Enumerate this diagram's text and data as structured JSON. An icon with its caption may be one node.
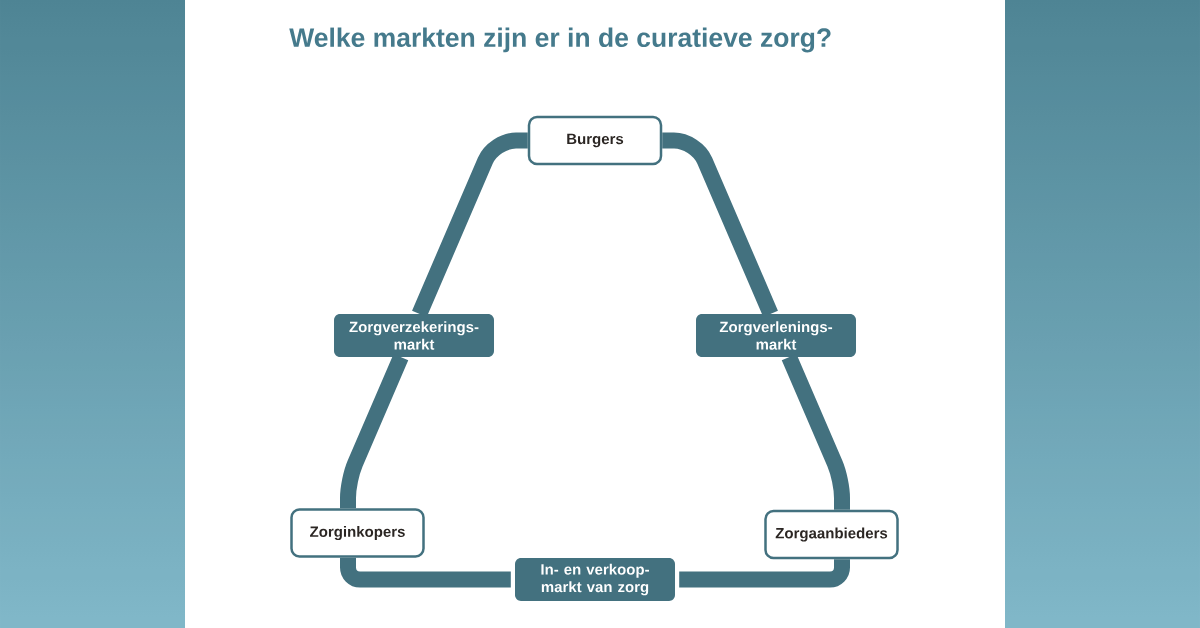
{
  "diagram": {
    "title": "Welke markten zijn er in de curatieve zorg?",
    "nodes": [
      {
        "text": [
          "Burgers"
        ]
      },
      {
        "text": [
          "Zorgverzekerings- markt"
        ]
      },
      {
        "text": [
          "Zorgverlenings- markt"
        ]
      },
      {
        "text": [
          "Zorginkopers"
        ]
      },
      {
        "text": [
          "Zorgaanbieders"
        ]
      },
      {
        "text": [
          "In- en verkoop- markt van zorg"
        ]
      }
    ],
    "edges": [
      {
        "from": 0,
        "to": 1,
        "arrow": "none"
      },
      {
        "from": 1,
        "to": 3,
        "arrow": "none"
      },
      {
        "from": 0,
        "to": 2,
        "arrow": "none"
      },
      {
        "from": 2,
        "to": 4,
        "arrow": "none"
      },
      {
        "from": 3,
        "to": 5,
        "arrow": "none"
      },
      {
        "from": 5,
        "to": 4,
        "arrow": "none"
      }
    ]
  }
}
